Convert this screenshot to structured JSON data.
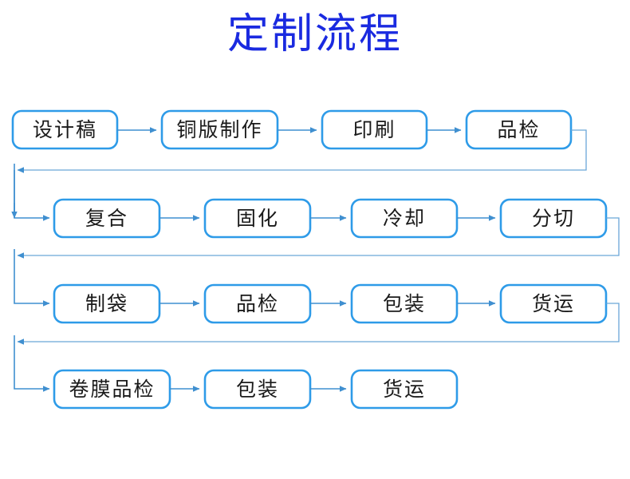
{
  "title": "定制流程",
  "theme": {
    "title_color": "#1a2ae0",
    "box_border": "#2e9be8",
    "box_fill": "#ffffff",
    "connector_color": "#3f8fd0",
    "background": "#ffffff"
  },
  "flow": {
    "rows": [
      {
        "id": "row-1",
        "nodes": [
          {
            "label": "设计稿"
          },
          {
            "label": "铜版制作"
          },
          {
            "label": "印刷"
          },
          {
            "label": "品检"
          }
        ]
      },
      {
        "id": "row-2",
        "nodes": [
          {
            "label": "复合"
          },
          {
            "label": "固化"
          },
          {
            "label": "冷却"
          },
          {
            "label": "分切"
          }
        ]
      },
      {
        "id": "row-3",
        "nodes": [
          {
            "label": "制袋"
          },
          {
            "label": "品检"
          },
          {
            "label": "包装"
          },
          {
            "label": "货运"
          }
        ]
      },
      {
        "id": "row-4",
        "nodes": [
          {
            "label": "卷膜品检"
          },
          {
            "label": "包装"
          },
          {
            "label": "货运"
          }
        ]
      }
    ],
    "sequence": [
      "设计稿",
      "铜版制作",
      "印刷",
      "品检",
      "复合",
      "固化",
      "冷却",
      "分切",
      "制袋",
      "品检",
      "包装",
      "货运",
      "卷膜品检",
      "包装",
      "货运"
    ]
  }
}
